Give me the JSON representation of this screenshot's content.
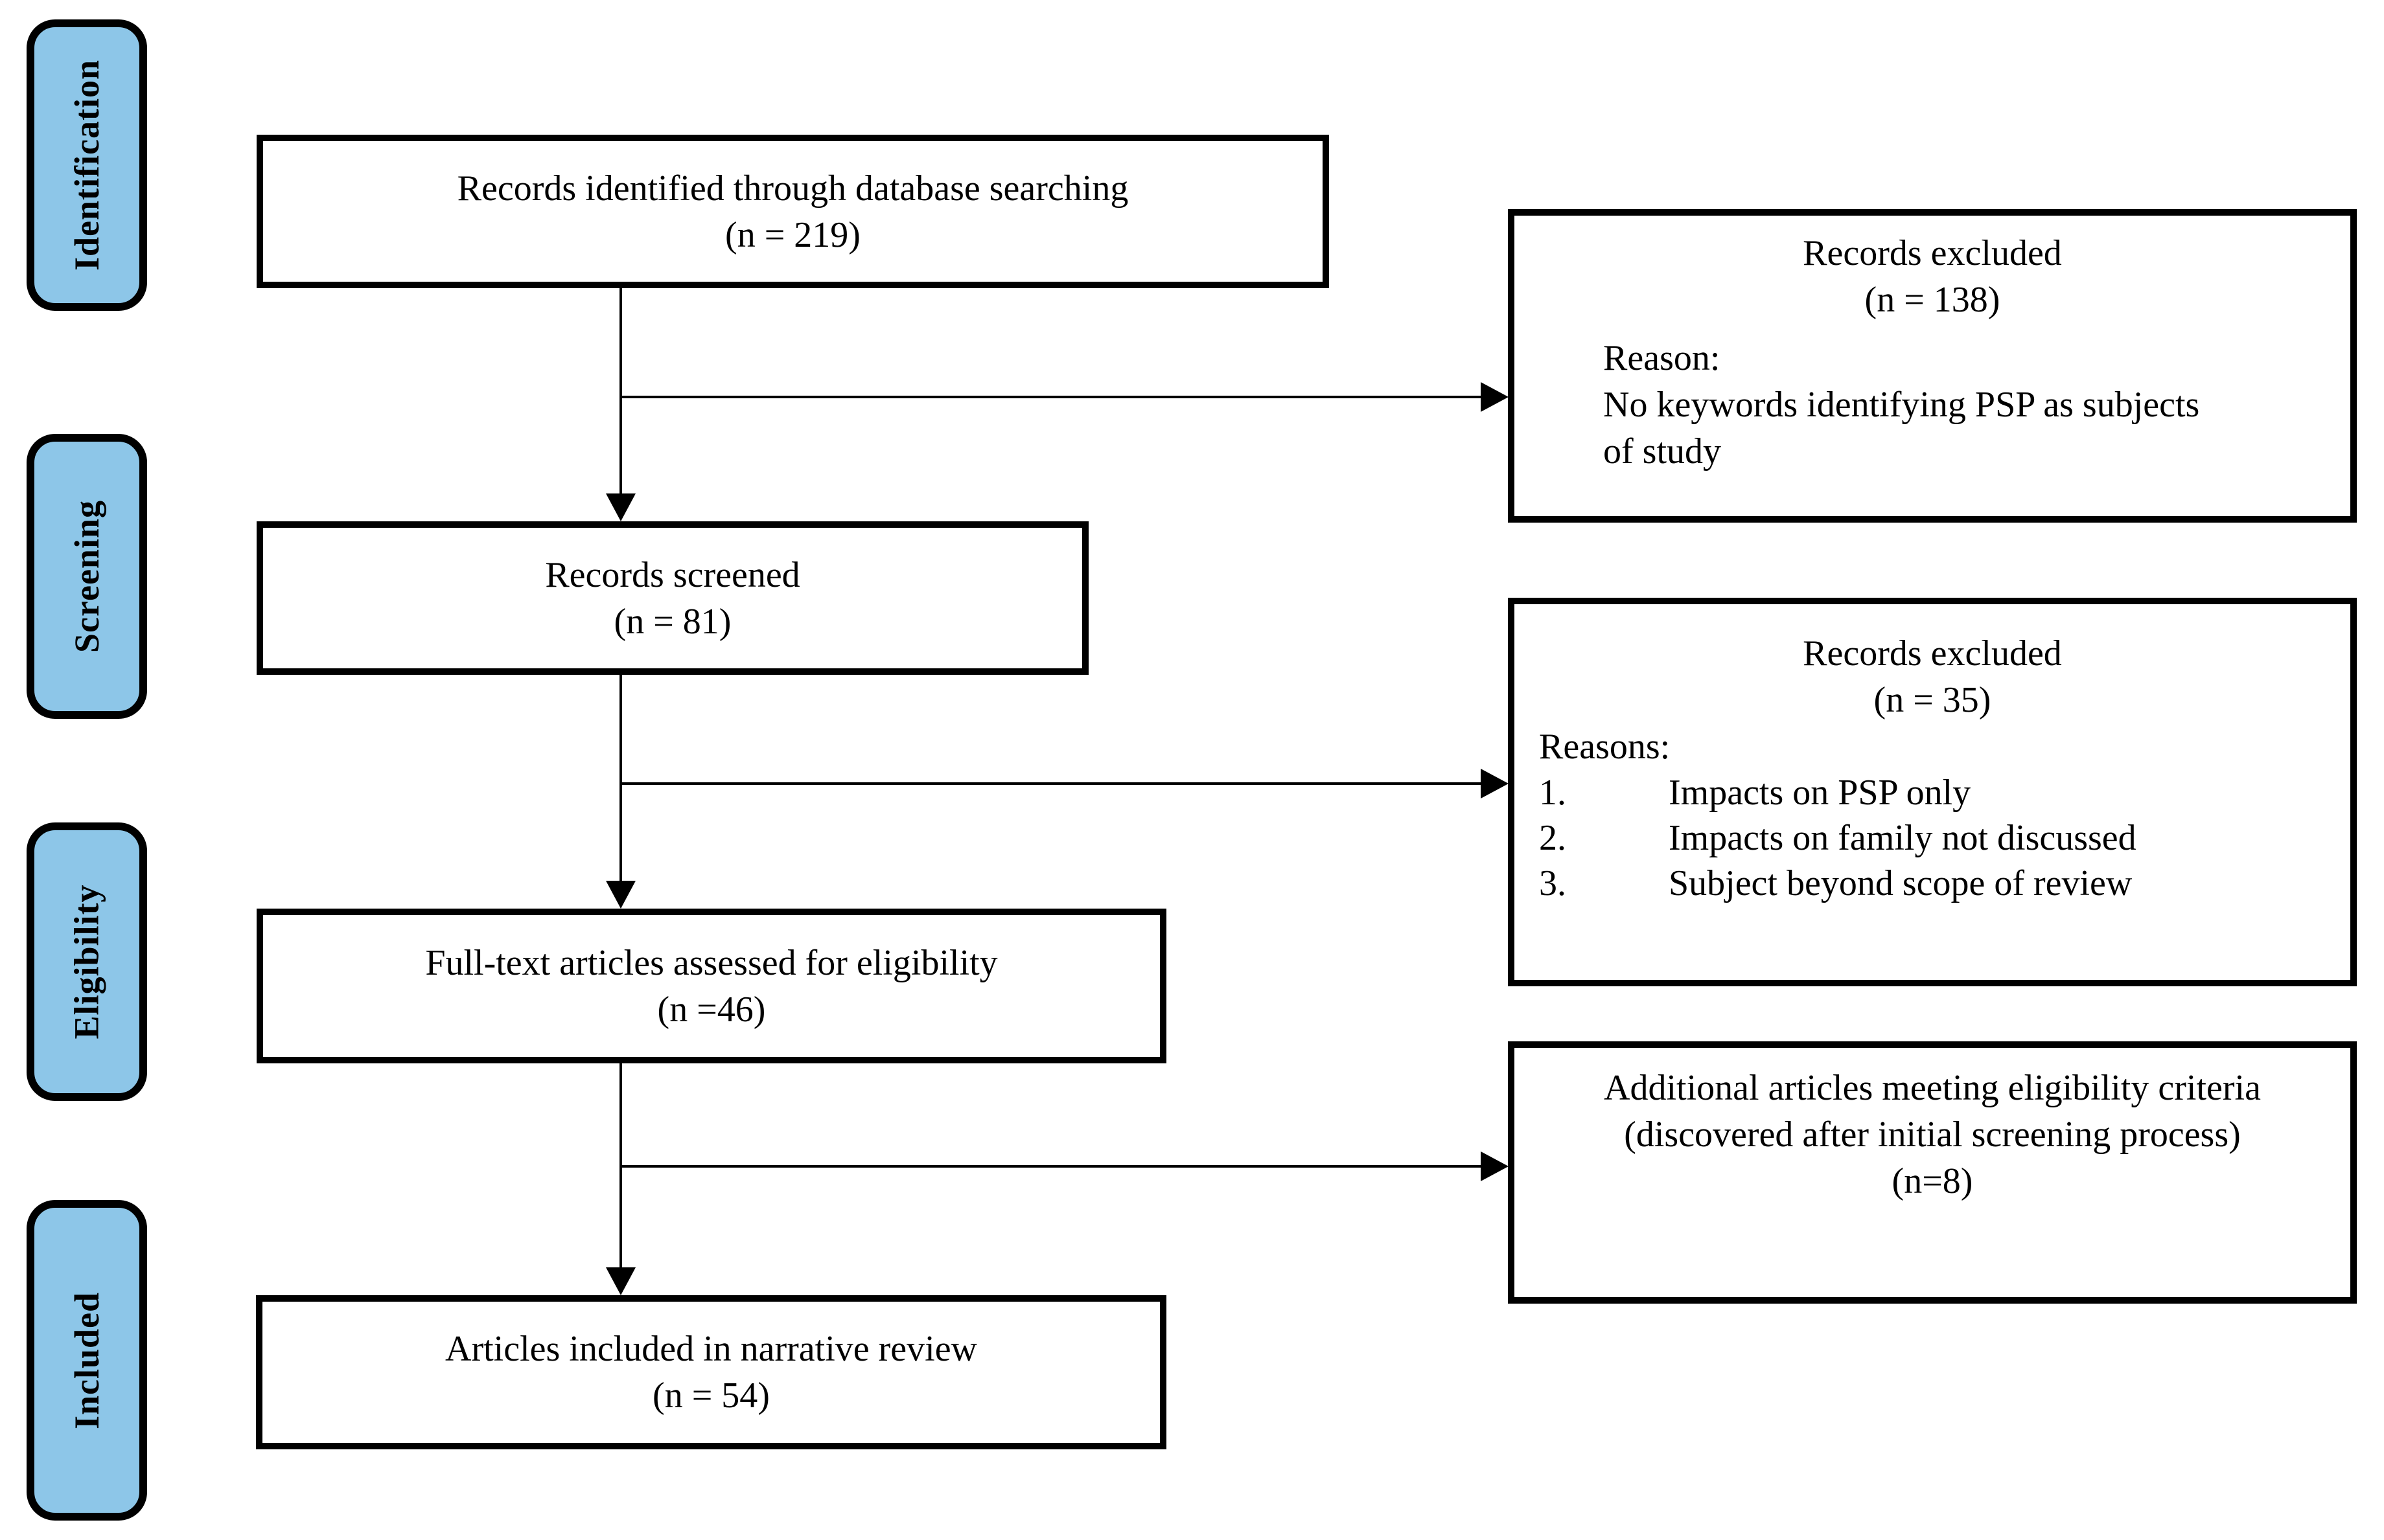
{
  "diagram": {
    "colors": {
      "stage_fill": "#8DC6E8",
      "border": "#000000",
      "background": "#FFFFFF"
    },
    "stages": [
      {
        "label": "Identification"
      },
      {
        "label": "Screening"
      },
      {
        "label": "Eligibility"
      },
      {
        "label": "Included"
      }
    ],
    "flow_boxes": [
      {
        "line1": "Records identified through database searching",
        "line2": "(n = 219)"
      },
      {
        "line1": "Records screened",
        "line2": "(n = 81)"
      },
      {
        "line1": "Full-text articles assessed for eligibility",
        "line2": "(n =46)"
      },
      {
        "line1": "Articles included in narrative review",
        "line2": "(n = 54)"
      }
    ],
    "side_boxes": [
      {
        "title": "Records excluded",
        "count": "(n = 138)",
        "reason_label": "Reason:",
        "reason_line1": "No keywords identifying PSP as subjects",
        "reason_line2": "of study"
      },
      {
        "title": "Records excluded",
        "count": "(n = 35)",
        "reason_label": "Reasons:",
        "items": [
          {
            "num": "1.",
            "text": "Impacts on PSP only"
          },
          {
            "num": "2.",
            "text": "Impacts on family not discussed"
          },
          {
            "num": "3.",
            "text": "Subject beyond scope of review"
          }
        ]
      },
      {
        "line1": "Additional articles meeting eligibility criteria",
        "line2": "(discovered after initial screening process)",
        "line3": "(n=8)"
      }
    ]
  }
}
